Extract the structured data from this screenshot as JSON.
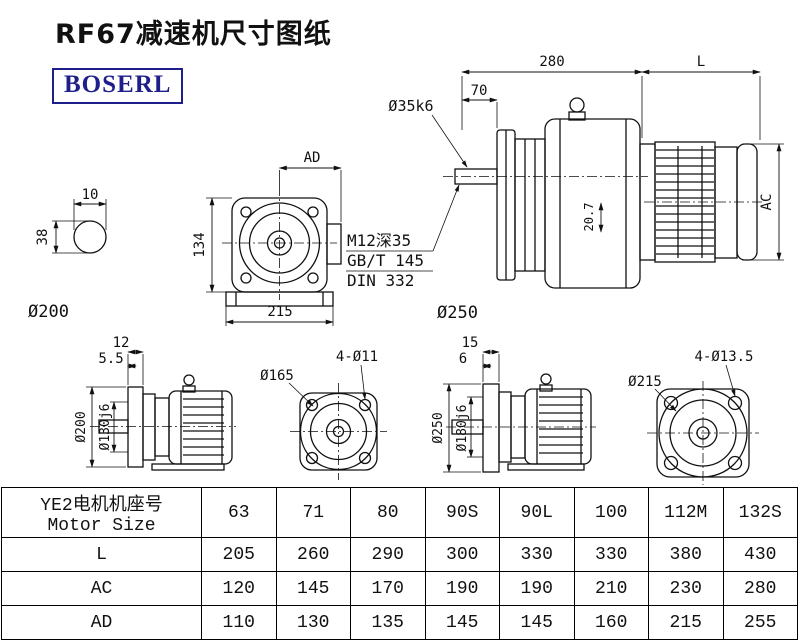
{
  "page": {
    "title": "RF67减速机尺寸图纸",
    "logo_text": "BOSERL"
  },
  "colors": {
    "logo": "#1f1f8b",
    "line": "#111111",
    "background": "#ffffff"
  },
  "drawings": {
    "shaft_section": {
      "dim_width": "10",
      "dim_height": "38",
      "label": "Ø200"
    },
    "front_view": {
      "dim_ad": "AD",
      "dim_134": "134",
      "dim_215": "215"
    },
    "side_view": {
      "dim_280": "280",
      "dim_l": "L",
      "dim_70": "70",
      "shaft_label": "Ø35k6",
      "dim_ac": "AC",
      "dim_207": "20.7",
      "note1": "M12深35",
      "note2": "GB/T 145",
      "note3": "DIN 332",
      "flange_label": "Ø250"
    },
    "output_side_small": {
      "dim_12": "12",
      "dim_55": "5.5",
      "dia_outer": "Ø200",
      "dia_spigot": "Ø130j6"
    },
    "flange_small": {
      "dia": "Ø165",
      "holes": "4-Ø11"
    },
    "output_side_large": {
      "dim_15": "15",
      "dim_6": "6",
      "dia_outer": "Ø250",
      "dia_spigot": "Ø180j6"
    },
    "flange_large": {
      "dia": "Ø215",
      "holes": "4-Ø13.5"
    }
  },
  "table": {
    "header_cn": "YE2电机机座号",
    "header_en": "Motor Size",
    "sizes": [
      "63",
      "71",
      "80",
      "90S",
      "90L",
      "100",
      "112M",
      "132S"
    ],
    "rows": [
      {
        "label": "L",
        "values": [
          "205",
          "260",
          "290",
          "300",
          "330",
          "330",
          "380",
          "430"
        ]
      },
      {
        "label": "AC",
        "values": [
          "120",
          "145",
          "170",
          "190",
          "190",
          "210",
          "230",
          "280"
        ]
      },
      {
        "label": "AD",
        "values": [
          "110",
          "130",
          "135",
          "145",
          "145",
          "160",
          "215",
          "255"
        ]
      }
    ]
  }
}
